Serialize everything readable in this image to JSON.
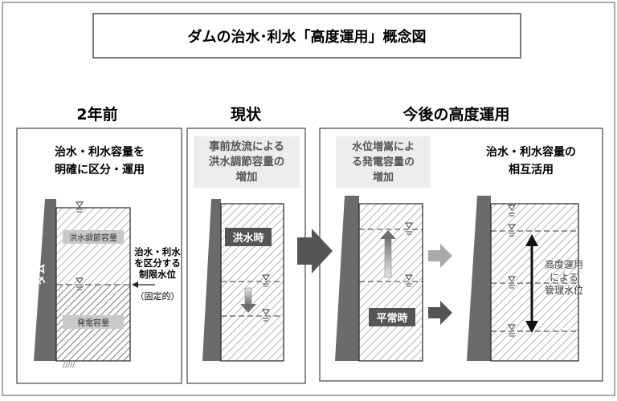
{
  "title": "ダムの治水･利水「高度運用」概念図",
  "sections": {
    "past": {
      "heading": "2年前",
      "subtitle_lines": [
        "治水・利水容量を",
        "明確に区分・運用"
      ],
      "dam_label": "ダム",
      "flood_label": "洪水調節容量",
      "power_label": "発電容量",
      "note_lines": [
        "治水・利水",
        "を区分する",
        "制限水位"
      ],
      "note_sub": "（固定的）"
    },
    "current": {
      "heading": "現状",
      "subtitle_lines": [
        "事前放流による",
        "洪水調節容量の",
        "増加"
      ],
      "flood_badge": "洪水時"
    },
    "future": {
      "heading": "今後の高度運用",
      "left_sub_lines": [
        "水位増嵩によ",
        "る発電容量の",
        "増加"
      ],
      "right_sub_lines": [
        "治水・利水容量の",
        "相互活用"
      ],
      "normal_badge": "平常時",
      "level_label_lines": [
        "高度運用",
        "による",
        "管理水位"
      ]
    }
  },
  "colors": {
    "dam": "#6b6b6b",
    "badge": "#555555",
    "label_box": "#c9c9c9",
    "light_box": "#e8e8e8",
    "arrow_dark": "#555555",
    "arrow_light": "#aaaaaa"
  }
}
